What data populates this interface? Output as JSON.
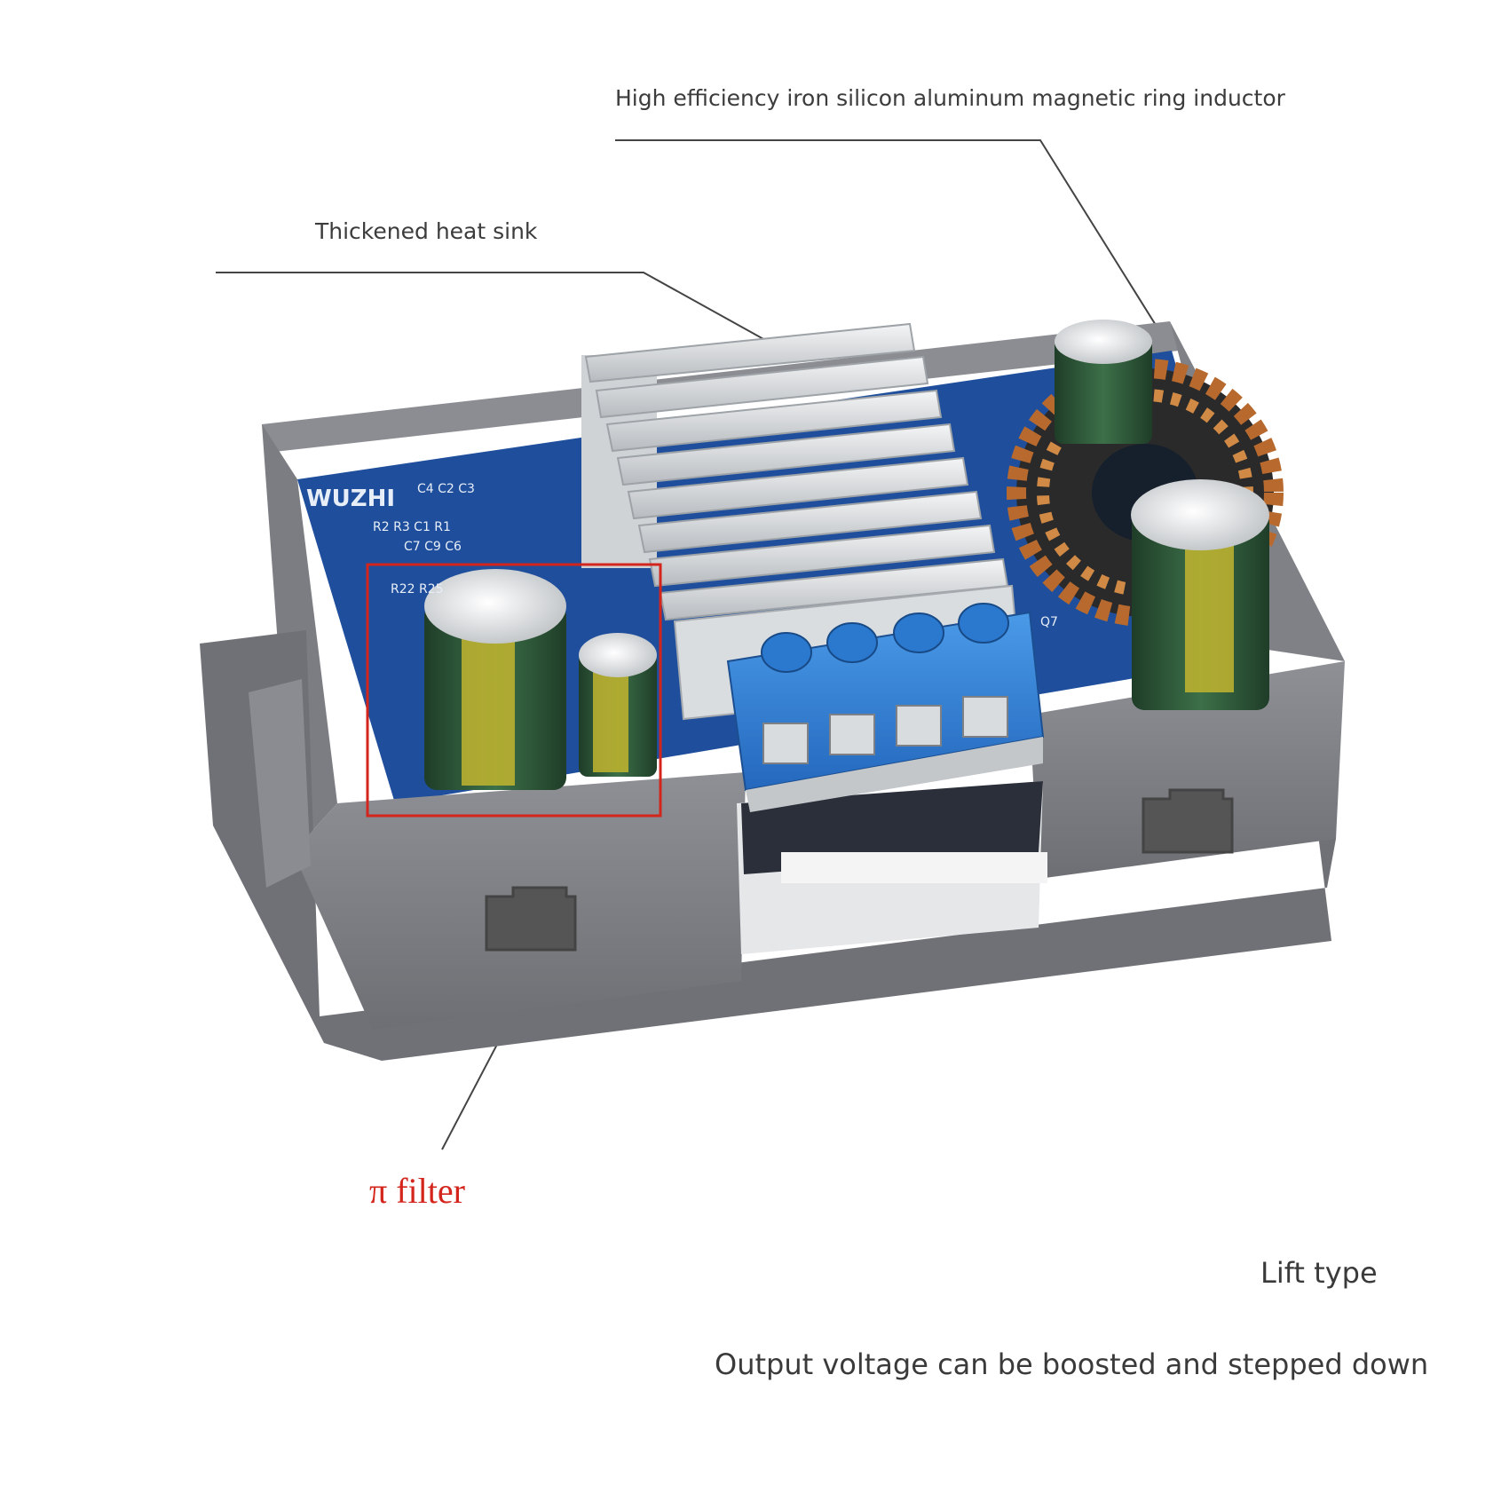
{
  "annotations": {
    "inductor": "High efficiency iron silicon aluminum magnetic ring inductor",
    "heat_sink": "Thickened heat sink",
    "pi_filter": "π filter",
    "lift_type": "Lift type",
    "output_voltage": "Output voltage can be boosted and stepped down"
  },
  "board": {
    "brand": "WUZHI",
    "silkscreen": [
      "C4",
      "C2",
      "C3",
      "R2",
      "C1",
      "R1",
      "C7",
      "C9",
      "C6",
      "R22",
      "R25",
      "Q7"
    ]
  },
  "colors": {
    "pi_filter_accent": "#d4251c",
    "enclosure": "#7d7f84",
    "pcb": "#1f4f9c",
    "terminal_block": "#2f7fd6",
    "heat_sink": "#d6d9dc",
    "inductor_copper": "#b86a2e",
    "capacitor": "#2f5a3a"
  }
}
